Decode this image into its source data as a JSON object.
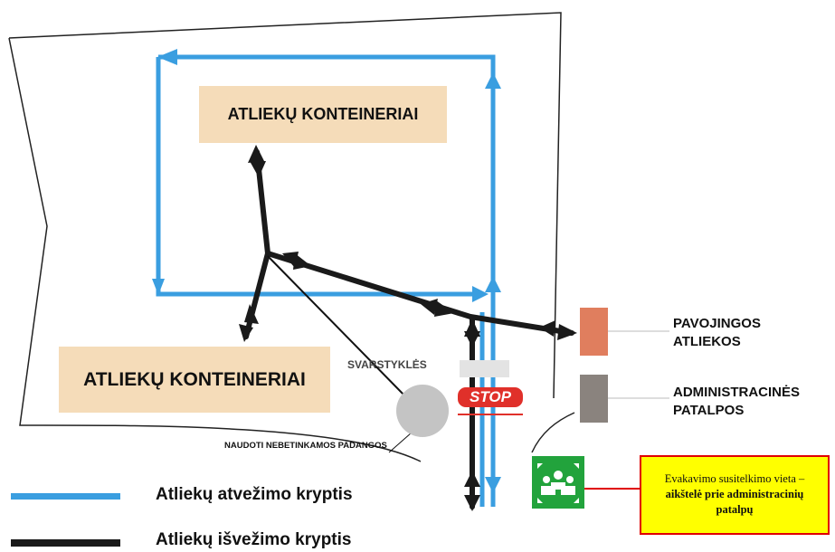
{
  "containers": {
    "top_label": "ATLIEKŲ KONTEINERIAI",
    "bottom_label": "ATLIEKŲ KONTEINERIAI"
  },
  "scale_label": "SVARSTYKLĖS",
  "tyres_label": "NAUDOTI NEBETINKAMOS PADANGOS",
  "stop_sign": "STOP",
  "hazardous": {
    "line1": "PAVOJINGOS",
    "line2": "ATLIEKOS"
  },
  "admin": {
    "line1": "ADMINISTRACINĖS",
    "line2": "PATALPOS"
  },
  "evacuation": {
    "line1": "Evakavimo susitelkimo vieta –",
    "line2": "aikštelė prie administracinių",
    "line3": "patalpų"
  },
  "legend": {
    "delivery": "Atliekų atvežimo kryptis",
    "removal": "Atliekų išvežimo kryptis"
  },
  "colors": {
    "delivery_route": "#3a9ee0",
    "removal_route": "#1a1a1a",
    "container_fill": "#f5dcb9",
    "hazardous_fill": "#e07e5e",
    "admin_fill": "#8a837e",
    "stop_red": "#e0302a",
    "evac_green": "#22a33c",
    "evac_box_fill": "#ffff00",
    "evac_box_border": "#e00000"
  }
}
